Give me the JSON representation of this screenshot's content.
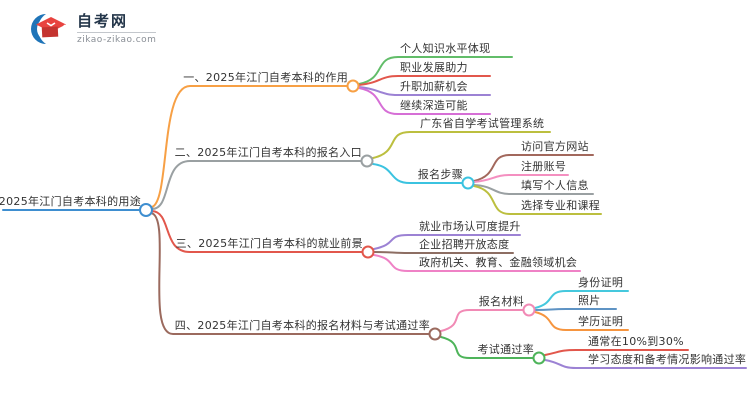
{
  "logo": {
    "title": "自考网",
    "domain": "zikao-zikao.com"
  },
  "colors": {
    "root_blue": "#3e8ed0",
    "orange": "#f7a045",
    "gray": "#9aa0a2",
    "red": "#e2574c",
    "brown_dark": "#9b6a5e",
    "green": "#62bd69",
    "purple": "#9c82d4",
    "orchid": "#d66fd6",
    "olive": "#bcbf3f",
    "cyan": "#3bc3e0",
    "brown_mid": "#a2685c",
    "pink_light": "#f48fc0",
    "brown_soft": "#8d6e63",
    "pink_mid": "#ef82c6",
    "pink_rose": "#f18ab5",
    "cyan_light": "#45c8dd",
    "steel_blue": "#5e93c4",
    "orange_deep": "#f6953f",
    "green_deep": "#4eb45a",
    "logo_blue": "#1f74b8",
    "logo_red": "#e8433f",
    "logo_red_dark": "#c43430",
    "text": "#333333"
  },
  "mindmap": {
    "root": {
      "label": "2025年江门自考本科的用途"
    },
    "branches": [
      {
        "label": "一、2025年江门自考本科的作用",
        "children": [
          {
            "label": "个人知识水平体现"
          },
          {
            "label": "职业发展助力"
          },
          {
            "label": "升职加薪机会"
          },
          {
            "label": "继续深造可能"
          }
        ]
      },
      {
        "label": "二、2025年江门自考本科的报名入口",
        "children": [
          {
            "label": "广东省自学考试管理系统"
          },
          {
            "label": "报名步骤",
            "children": [
              {
                "label": "访问官方网站"
              },
              {
                "label": "注册账号"
              },
              {
                "label": "填写个人信息"
              },
              {
                "label": "选择专业和课程"
              }
            ]
          }
        ]
      },
      {
        "label": "三、2025年江门自考本科的就业前景",
        "children": [
          {
            "label": "就业市场认可度提升"
          },
          {
            "label": "企业招聘开放态度"
          },
          {
            "label": "政府机关、教育、金融领域机会"
          }
        ]
      },
      {
        "label": "四、2025年江门自考本科的报名材料与考试通过率",
        "children": [
          {
            "label": "报名材料",
            "children": [
              {
                "label": "身份证明"
              },
              {
                "label": "照片"
              },
              {
                "label": "学历证明"
              }
            ]
          },
          {
            "label": "考试通过率",
            "children": [
              {
                "label": "通常在10%到30%"
              },
              {
                "label": "学习态度和备考情况影响通过率"
              }
            ]
          }
        ]
      }
    ]
  }
}
